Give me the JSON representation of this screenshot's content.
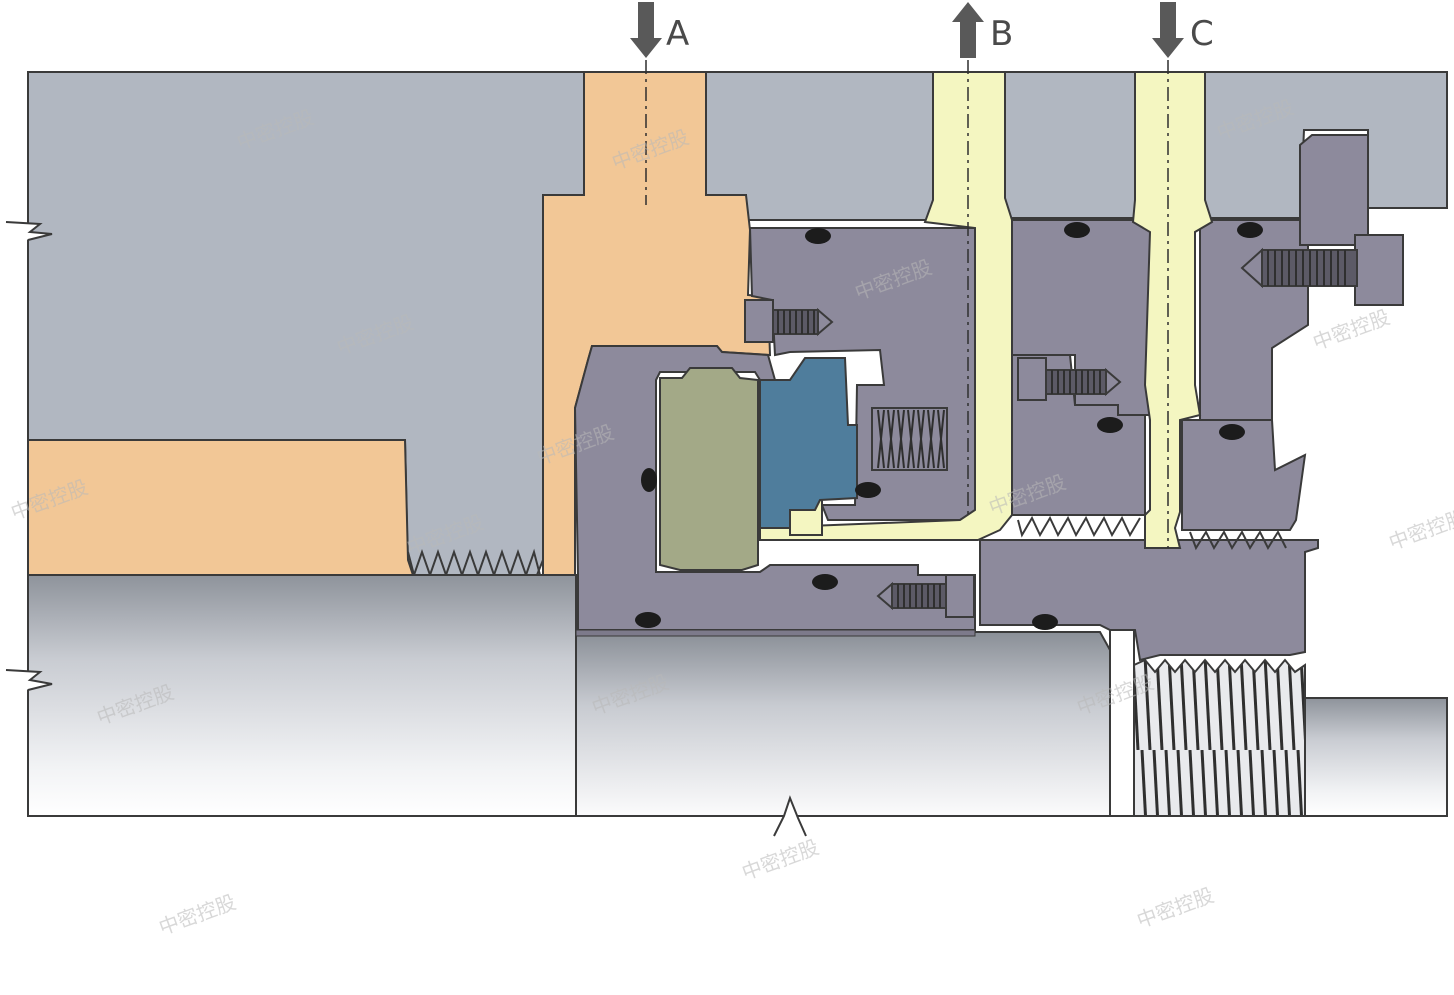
{
  "ports": [
    {
      "label": "A",
      "flow": "in"
    },
    {
      "label": "B",
      "flow": "out"
    },
    {
      "label": "C",
      "flow": "in"
    }
  ],
  "watermark": "中密控股",
  "colors": {
    "housing": "#b1b7c1",
    "shaft": "#dadde2",
    "seal_body": "#8d8a9c",
    "gland": "#f2c796",
    "passage": "#f4f6c1",
    "carbon_ring": "#a3a987",
    "seat_ring": "#4f7d9c",
    "outline": "#3a3a3a"
  }
}
